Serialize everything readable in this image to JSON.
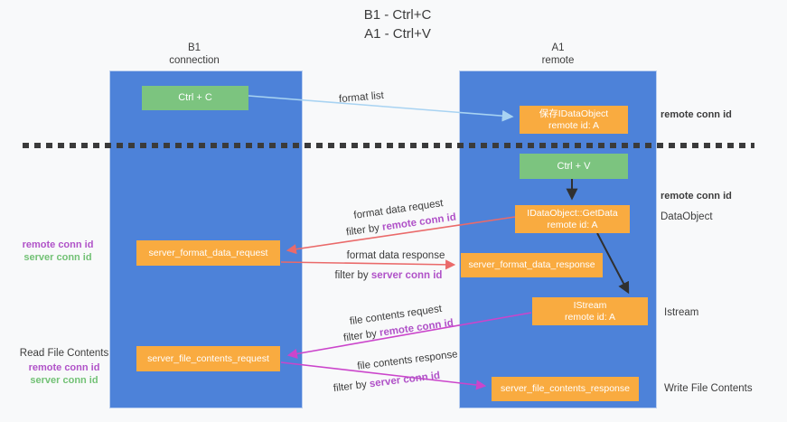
{
  "title": {
    "line1": "B1 - Ctrl+C",
    "line2": "A1 - Ctrl+V"
  },
  "lanes": {
    "left": {
      "title": "B1",
      "subtitle": "connection"
    },
    "right": {
      "title": "A1",
      "subtitle": "remote"
    }
  },
  "nodes": {
    "ctrl_c": {
      "label": "Ctrl + C"
    },
    "save_idataobject": {
      "line1": "保存IDataObject",
      "line2": "remote id: A"
    },
    "ctrl_v": {
      "label": "Ctrl + V"
    },
    "getdata": {
      "line1": "IDataObject::GetData",
      "line2": "remote id: A"
    },
    "format_request": {
      "label": "server_format_data_request"
    },
    "format_response": {
      "label": "server_format_data_response"
    },
    "istream": {
      "line1": "IStream",
      "line2": "remote id: A"
    },
    "file_request": {
      "label": "server_file_contents_request"
    },
    "file_response": {
      "label": "server_file_contents_response"
    }
  },
  "edge_labels": {
    "format_list": "format list",
    "format_data_request": "format data request",
    "format_data_request_filter_prefix": "filter by ",
    "format_data_request_filter_key": "remote conn id",
    "format_data_response": "format data response",
    "format_data_response_filter_prefix": "filter by ",
    "format_data_response_filter_key": "server conn id",
    "file_contents_request": "file contents request",
    "file_contents_request_filter_prefix": "filter by ",
    "file_contents_request_filter_key": "remote conn id",
    "file_contents_response": "file contents response",
    "file_contents_response_filter_prefix": "filter by ",
    "file_contents_response_filter_key": "server conn id"
  },
  "side_labels": {
    "right_remote_conn_id_top": "remote conn id",
    "right_remote_conn_id_mid": "remote conn id",
    "dataobject": "DataObject",
    "istream": "Istream",
    "write_file_contents": "Write File Contents",
    "left_top_remote_conn_id": "remote conn id",
    "left_top_server_conn_id": "server conn id",
    "read_file_contents": "Read File Contents",
    "left_bottom_remote_conn_id": "remote conn id",
    "left_bottom_server_conn_id": "server conn id"
  },
  "colors": {
    "lane_fill": "#4d82d9",
    "node_orange": "#f9ab40",
    "node_green": "#7cc47f",
    "arrow_blue": "#a8d3f2",
    "arrow_red": "#ea6a6a",
    "arrow_magenta": "#cb45cb",
    "arrow_black": "#303030",
    "label_purple": "#b052c8",
    "label_green": "#72c175",
    "text_dark": "#3f3f3f",
    "background": "#f8f9fa"
  }
}
